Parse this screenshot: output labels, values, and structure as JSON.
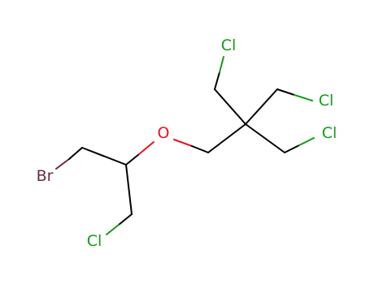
{
  "molecule": {
    "atoms": {
      "br": {
        "label": "Br",
        "color": "#6b2b3a"
      },
      "o": {
        "label": "O",
        "color": "#e8141b"
      },
      "cl1": {
        "label": "Cl",
        "color": "#169a16"
      },
      "cl2": {
        "label": "Cl",
        "color": "#169a16"
      },
      "cl3": {
        "label": "Cl",
        "color": "#169a16"
      },
      "cl4": {
        "label": "Cl",
        "color": "#169a16"
      }
    },
    "bond_color": "#000000"
  }
}
